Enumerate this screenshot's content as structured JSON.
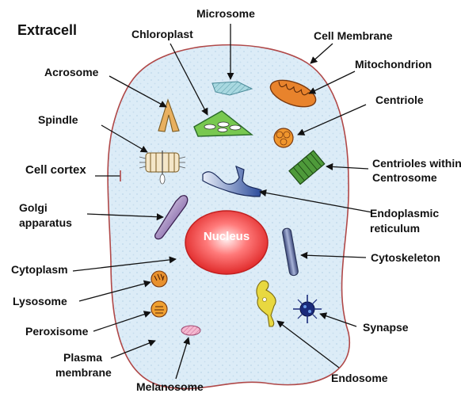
{
  "title": "Extracell",
  "nucleus": "Nucleus",
  "labels": {
    "microsome": "Microsome",
    "chloroplast": "Chloroplast",
    "cell_membrane": "Cell Membrane",
    "mitochondrion": "Mitochondrion",
    "acrosome": "Acrosome",
    "centriole": "Centriole",
    "spindle": "Spindle",
    "centrioles_line1": "Centrioles  within",
    "centrioles_line2": "Centrosome",
    "cell_cortex": "Cell cortex",
    "golgi_line1": "Golgi",
    "golgi_line2": "apparatus",
    "er_line1": "Endoplasmic",
    "er_line2": "reticulum",
    "cytoskeleton": "Cytoskeleton",
    "cytoplasm": "Cytoplasm",
    "lysosome": "Lysosome",
    "peroxisome": "Peroxisome",
    "synapse": "Synapse",
    "plasma_line1": "Plasma",
    "plasma_line2": "membrane",
    "endosome": "Endosome",
    "melanosome": "Melanosome"
  },
  "colors": {
    "cell_fill": "#dcecf7",
    "cell_border": "#b04848",
    "nucleus_core": "#ff5a5a",
    "nucleus_edge": "#e03030",
    "mitochondrion": "#e8832c",
    "chloroplast": "#78c850",
    "centriole": "#f0962d",
    "centrosome": "#4e9a3a",
    "golgi": "#5a3d78",
    "er": "#2a4a9a",
    "cytoskeleton": "#6a78a8",
    "lysosome": "#e8912e",
    "peroxisome": "#f0a030",
    "melanosome": "#f0a8c8",
    "endosome": "#e8d840",
    "acrosome": "#e8b060",
    "microsome": "#a8d8e0"
  }
}
